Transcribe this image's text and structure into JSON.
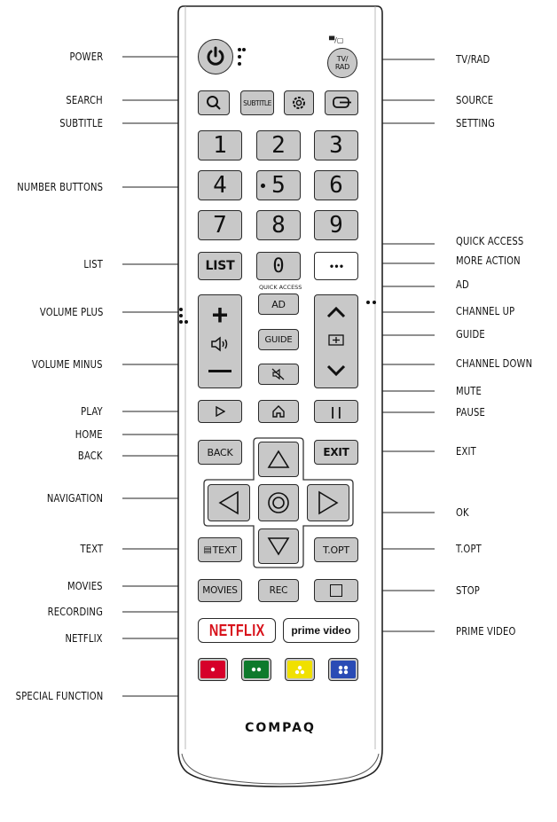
{
  "labels": {
    "power": "POWER",
    "search": "SEARCH",
    "subtitle": "SUBTITLE",
    "number_buttons": "NUMBER BUTTONS",
    "list": "LIST",
    "volume_plus": "VOLUME PLUS",
    "volume_minus": "VOLUME MINUS",
    "play": "PLAY",
    "home": "HOME",
    "back": "BACK",
    "navigation": "NAVIGATION",
    "text": "TEXT",
    "movies": "MOVIES",
    "recording": "RECORDING",
    "netflix": "NETFLIX",
    "special_function": "SPECIAL FUNCTION",
    "tv_rad": "TV/RAD",
    "source": "SOURCE",
    "setting": "SETTING",
    "quick_access": "QUICK ACCESS",
    "more_action": "MORE ACTION",
    "ad": "AD",
    "channel_up": "CHANNEL UP",
    "guide": "GUIDE",
    "channel_down": "CHANNEL DOWN",
    "mute": "MUTE",
    "pause": "PAUSE",
    "exit": "EXIT",
    "ok": "OK",
    "t_opt": "T.OPT",
    "stop": "STOP",
    "prime_video": "PRIME VIDEO"
  },
  "remote": {
    "brand": "COMPAQ",
    "tv_rad_label": "TV/\nRAD",
    "subtitle_key": "SUBTITLE",
    "digits": [
      "1",
      "2",
      "3",
      "4",
      "5",
      "6",
      "7",
      "8",
      "9",
      "0"
    ],
    "list_key": "LIST",
    "more_key": "• • •",
    "quick_access_caption": "QUICK ACCESS",
    "ad_key": "AD",
    "guide_key": "GUIDE",
    "back_key": "BACK",
    "exit_key": "EXIT",
    "text_key": "TEXT",
    "topt_key": "T.OPT",
    "movies_key": "MOVIES",
    "rec_key": "REC",
    "netflix_key": "NETFLIX",
    "prime_key": "prime video",
    "color_keys": [
      "#d6002a",
      "#0e7a2c",
      "#f0e000",
      "#2a4bb5"
    ]
  }
}
